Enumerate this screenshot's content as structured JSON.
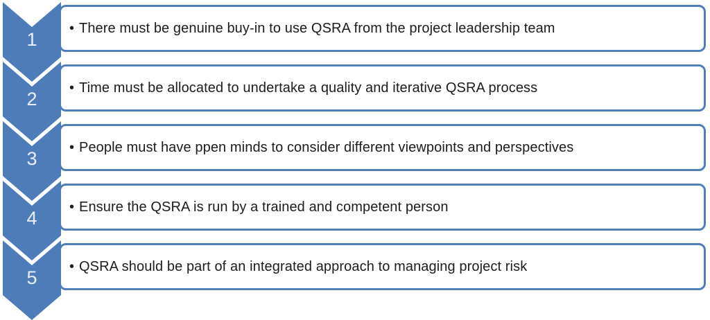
{
  "diagram": {
    "type": "vertical-chevron-list",
    "accent_color": "#4d7cb8",
    "box_border_color": "#4f7fba",
    "text_color": "#1c1c1c",
    "number_color": "#e9eef6",
    "bullet": "•",
    "steps": [
      {
        "number": "1",
        "text": "There must be genuine buy-in to use QSRA from the project leadership team"
      },
      {
        "number": "2",
        "text": "Time must be allocated to undertake a quality and iterative QSRA process"
      },
      {
        "number": "3",
        "text": "People must have ppen minds to consider different viewpoints and perspectives"
      },
      {
        "number": "4",
        "text": "Ensure the QSRA is run by a trained and competent person"
      },
      {
        "number": "5",
        "text": "QSRA should be part of an integrated approach to managing project risk"
      }
    ]
  }
}
